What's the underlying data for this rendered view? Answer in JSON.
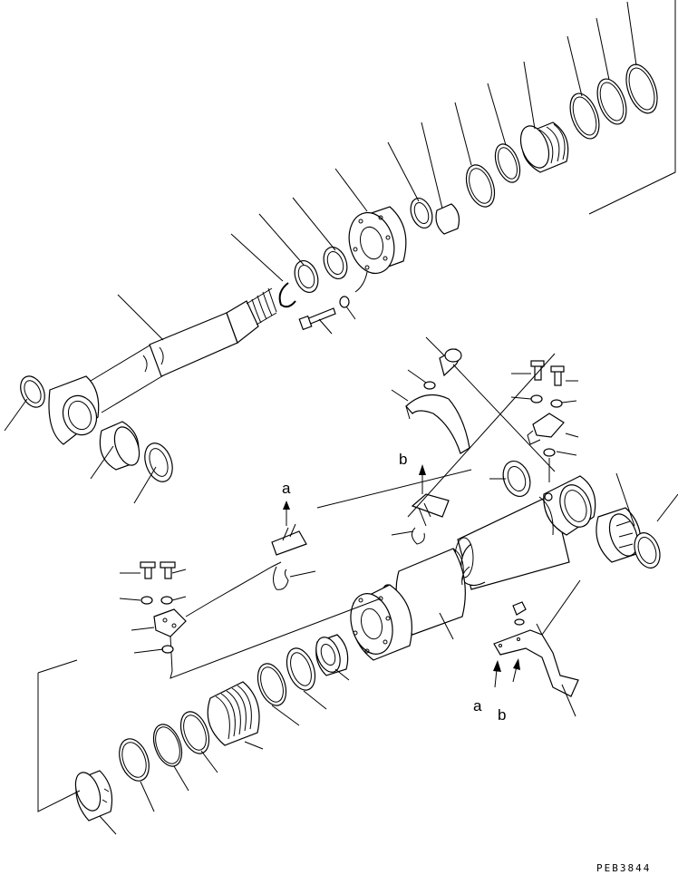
{
  "diagram": {
    "callout_a_top": "a",
    "callout_b_top": "b",
    "callout_a_bottom": "a",
    "callout_b_bottom": "b",
    "drawing_code": "PEB3844"
  }
}
